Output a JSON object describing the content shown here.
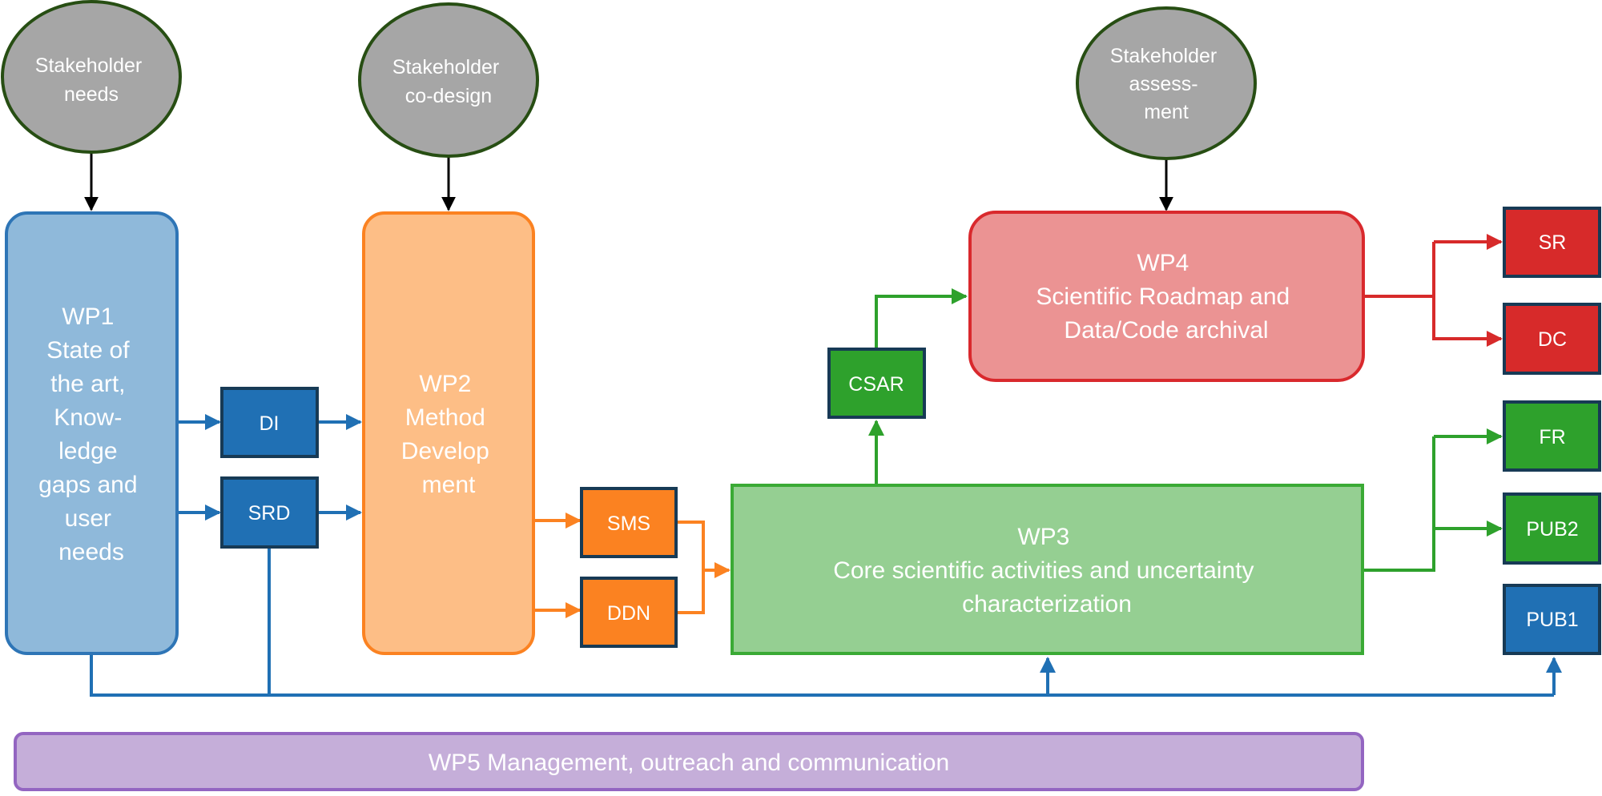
{
  "stakeholders": {
    "needs": [
      "Stakeholder",
      "needs"
    ],
    "codesign": [
      "Stakeholder",
      "co-design"
    ],
    "assessment": [
      "Stakeholder",
      "assess-",
      "ment"
    ]
  },
  "work_packages": {
    "wp1": [
      "WP1",
      "State of",
      "the art,",
      "Know-",
      "ledge",
      "gaps and",
      "user",
      "needs"
    ],
    "wp2": [
      "WP2",
      "Method",
      "Develop",
      "ment"
    ],
    "wp3": [
      "WP3",
      "Core scientific activities and uncertainty",
      "characterization"
    ],
    "wp4": [
      "WP4",
      "Scientific Roadmap and",
      "Data/Code archival"
    ],
    "wp5": [
      "WP5 Management, outreach and communication"
    ]
  },
  "deliverables": {
    "di": "DI",
    "srd": "SRD",
    "sms": "SMS",
    "ddn": "DDN",
    "csar": "CSAR",
    "sr": "SR",
    "dc": "DC",
    "fr": "FR",
    "pub2": "PUB2",
    "pub1": "PUB1"
  },
  "colors": {
    "stakeholder_fill": "#a6a6a6",
    "stakeholder_stroke": "#274e13",
    "wp1_fill": "#8fb9da",
    "wp1_stroke": "#2e75b6",
    "wp2_fill": "#fdbe86",
    "wp2_stroke": "#fb8221",
    "wp3_fill": "#95cf92",
    "wp3_stroke": "#3aaa35",
    "wp4_fill": "#eb9393",
    "wp4_stroke": "#d9292d",
    "wp5_fill": "#c5aed9",
    "wp5_stroke": "#9365c1",
    "blue": "#2070b4",
    "orange": "#fb8221",
    "green": "#2ea12c",
    "red": "#d72a2a",
    "box_stroke": "#173a55"
  }
}
